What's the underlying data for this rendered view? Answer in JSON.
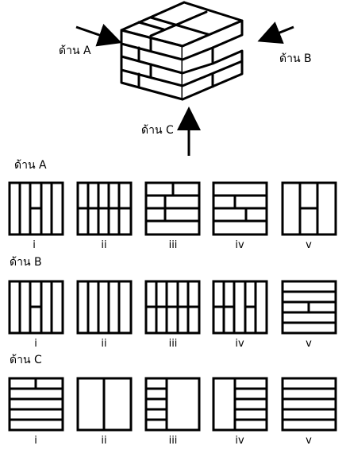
{
  "top": {
    "side_a_label": "ด้าน A",
    "side_b_label": "ด้าน B",
    "side_c_label": "ด้าน C"
  },
  "sections": [
    {
      "title": "ด้าน A",
      "options": [
        "i",
        "ii",
        "iii",
        "iv",
        "v"
      ]
    },
    {
      "title": "ด้าน B",
      "options": [
        "i",
        "ii",
        "iii",
        "iv",
        "v"
      ]
    },
    {
      "title": "ด้าน C",
      "options": [
        "i",
        "ii",
        "iii",
        "iv",
        "v"
      ]
    }
  ]
}
